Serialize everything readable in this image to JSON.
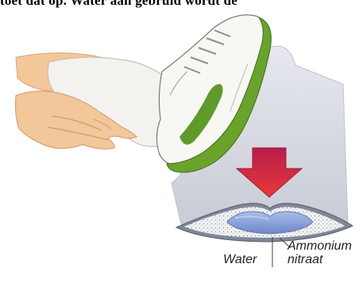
{
  "header": {
    "cut_text": "toet dat op. Water aan gebruld wordt de"
  },
  "labels": {
    "ammonium": "Ammonium",
    "nitraat": "nitraat",
    "water": "Water"
  },
  "colors": {
    "skin": "#f2c79a",
    "sock": "#f4f2ee",
    "shoe_green": "#5f9a2a",
    "pack_panel": "#e8e9ee",
    "water_blue": "#7f9bd6",
    "arrow_red": "#d72a3e"
  },
  "icons": {
    "arrow": "down-arrow-icon"
  }
}
